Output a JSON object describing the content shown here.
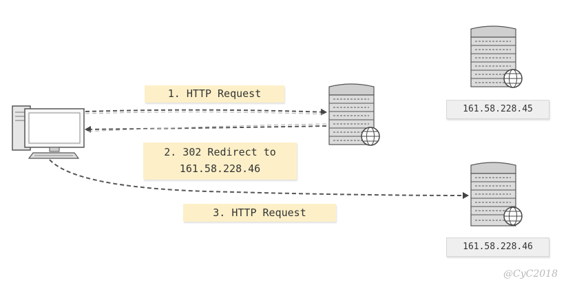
{
  "steps": {
    "request_1": "1. HTTP Request",
    "redirect_line1": "2. 302 Redirect to",
    "redirect_line2": "161.58.228.46",
    "request_3": "3. HTTP Request"
  },
  "servers": {
    "server_a_ip": "161.58.228.45",
    "server_b_ip": "161.58.228.46"
  },
  "watermark": "@CyC2018",
  "colors": {
    "note_bg": "#fdf0c8",
    "ip_box_bg": "#efefef",
    "stroke": "#555555",
    "server_fill": "#dddddd"
  }
}
